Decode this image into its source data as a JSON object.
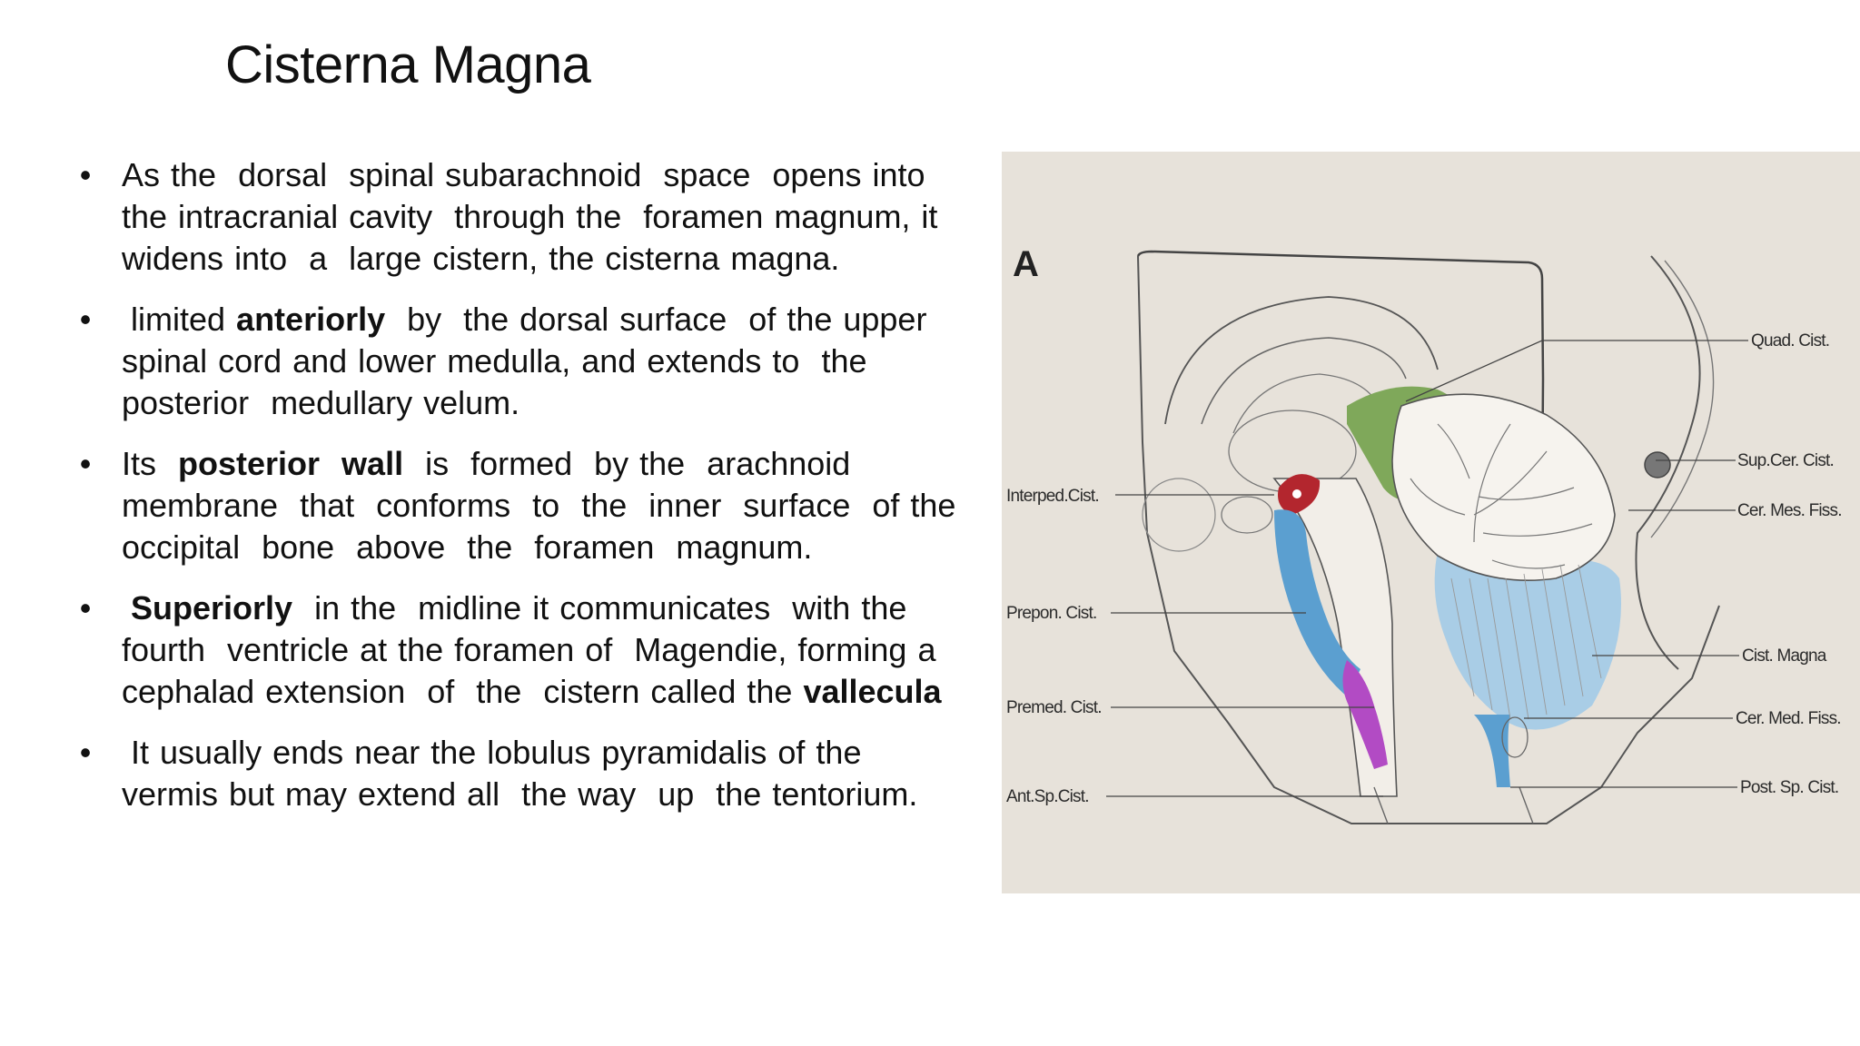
{
  "slide": {
    "title": "Cisterna  Magna"
  },
  "bullets": [
    {
      "parts": [
        {
          "text": "As the  dorsal  spinal subarachnoid  space  opens into the intracranial cavity  through the  foramen magnum, it widens into  a  large cistern, the cisterna magna.",
          "bold": false
        }
      ]
    },
    {
      "parts": [
        {
          "text": " limited ",
          "bold": false
        },
        {
          "text": "anteriorly",
          "bold": true
        },
        {
          "text": "  by  the dorsal surface  of the upper  spinal cord and lower medulla, and extends to  the  posterior  medullary velum.",
          "bold": false
        }
      ]
    },
    {
      "parts": [
        {
          "text": "Its  ",
          "bold": false
        },
        {
          "text": "posterior  wall",
          "bold": true
        },
        {
          "text": "  is  formed  by the  arachnoid membrane  that  conforms  to  the  inner  surface  of the  occipital  bone  above  the  foramen  magnum.",
          "bold": false
        }
      ]
    },
    {
      "parts": [
        {
          "text": " ",
          "bold": false
        },
        {
          "text": "Superiorly",
          "bold": true
        },
        {
          "text": "  in the  midline it communicates  with the fourth  ventricle at the foramen of  Magendie, forming a  cephalad extension  of  the  cistern called the ",
          "bold": false
        },
        {
          "text": "vallecula",
          "bold": true
        }
      ]
    },
    {
      "parts": [
        {
          "text": " It usually ends near the lobulus pyramidalis of the vermis but may extend all  the way  up  the tentorium.",
          "bold": false
        }
      ]
    }
  ],
  "figure": {
    "panel_letter": "A",
    "labels_left": {
      "interped": "Interped.Cist.",
      "prepon": "Prepon. Cist.",
      "premed": "Premed. Cist.",
      "ant_sp": "Ant.Sp.Cist."
    },
    "labels_right": {
      "quad": "Quad. Cist.",
      "sup_cer": "Sup.Cer. Cist.",
      "cer_mes": "Cer. Mes. Fiss.",
      "cist_magna": "Cist. Magna",
      "cer_med": "Cer. Med. Fiss.",
      "post_sp": "Post. Sp. Cist."
    },
    "colors": {
      "background": "#e7e2da",
      "green_cistern": "#7fa85a",
      "blue_cistern": "#5b9fd0",
      "light_blue_cistern": "#a9cde6",
      "purple_cistern": "#b24bc4",
      "red_cistern": "#b3262e",
      "dark_red_fissure": "#6e2a22"
    }
  }
}
